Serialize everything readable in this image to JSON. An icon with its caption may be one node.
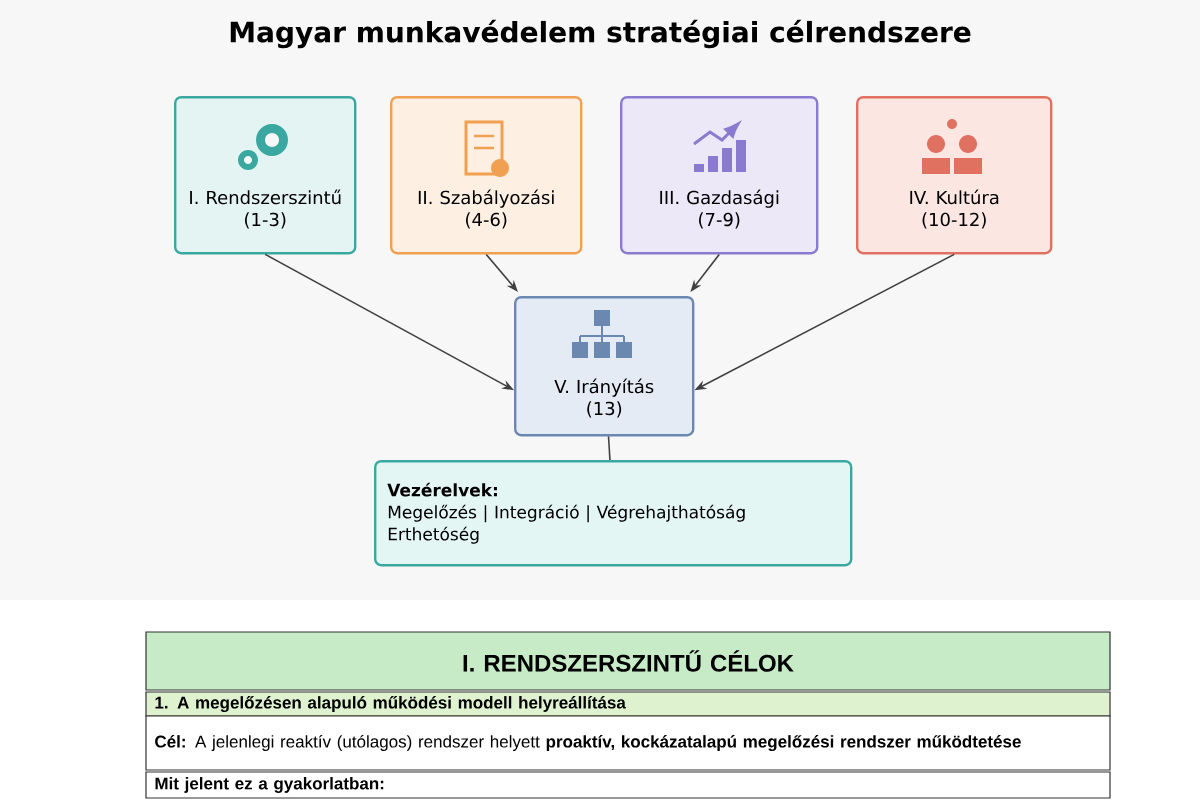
{
  "diagram": {
    "title": "Magyar munkavédelem stratégiai célrendszere",
    "nodes": [
      {
        "text": [
          "I. Rendszerszintű",
          "(1-3)"
        ]
      },
      {
        "text": [
          "II. Szabályozási",
          "(4-6)"
        ]
      },
      {
        "text": [
          "III. Gazdasági",
          "(7-9)"
        ]
      },
      {
        "text": [
          "IV. Kultúra",
          "(10-12)"
        ]
      },
      {
        "text": [
          "V. Irányítás",
          "(13)"
        ]
      },
      {
        "text": [
          "Vezérelvek:",
          "Megelőzés | Integráció | Végrehajthatóság Erthetóség"
        ]
      }
    ],
    "edges": [
      {
        "from": 0,
        "to": 4,
        "arrow": "to"
      },
      {
        "from": 1,
        "to": 4,
        "arrow": "to"
      },
      {
        "from": 2,
        "to": 4,
        "arrow": "to"
      },
      {
        "from": 3,
        "to": 4,
        "arrow": "to"
      },
      {
        "from": 4,
        "to": 5,
        "arrow": "none"
      }
    ],
    "labels": [
      "I. RENDSZERSZINTŰ CÉLOK",
      "1. A megelőzésen alapuló működési modell helyreállítása",
      "**Cél:** A jelenlegi reaktív (utólagos) rendszer helyett **proaktív, kockázatalapú megelőzési rendszer működtetése**",
      "Mit jelent ez a gyakorlatban:"
    ]
  }
}
